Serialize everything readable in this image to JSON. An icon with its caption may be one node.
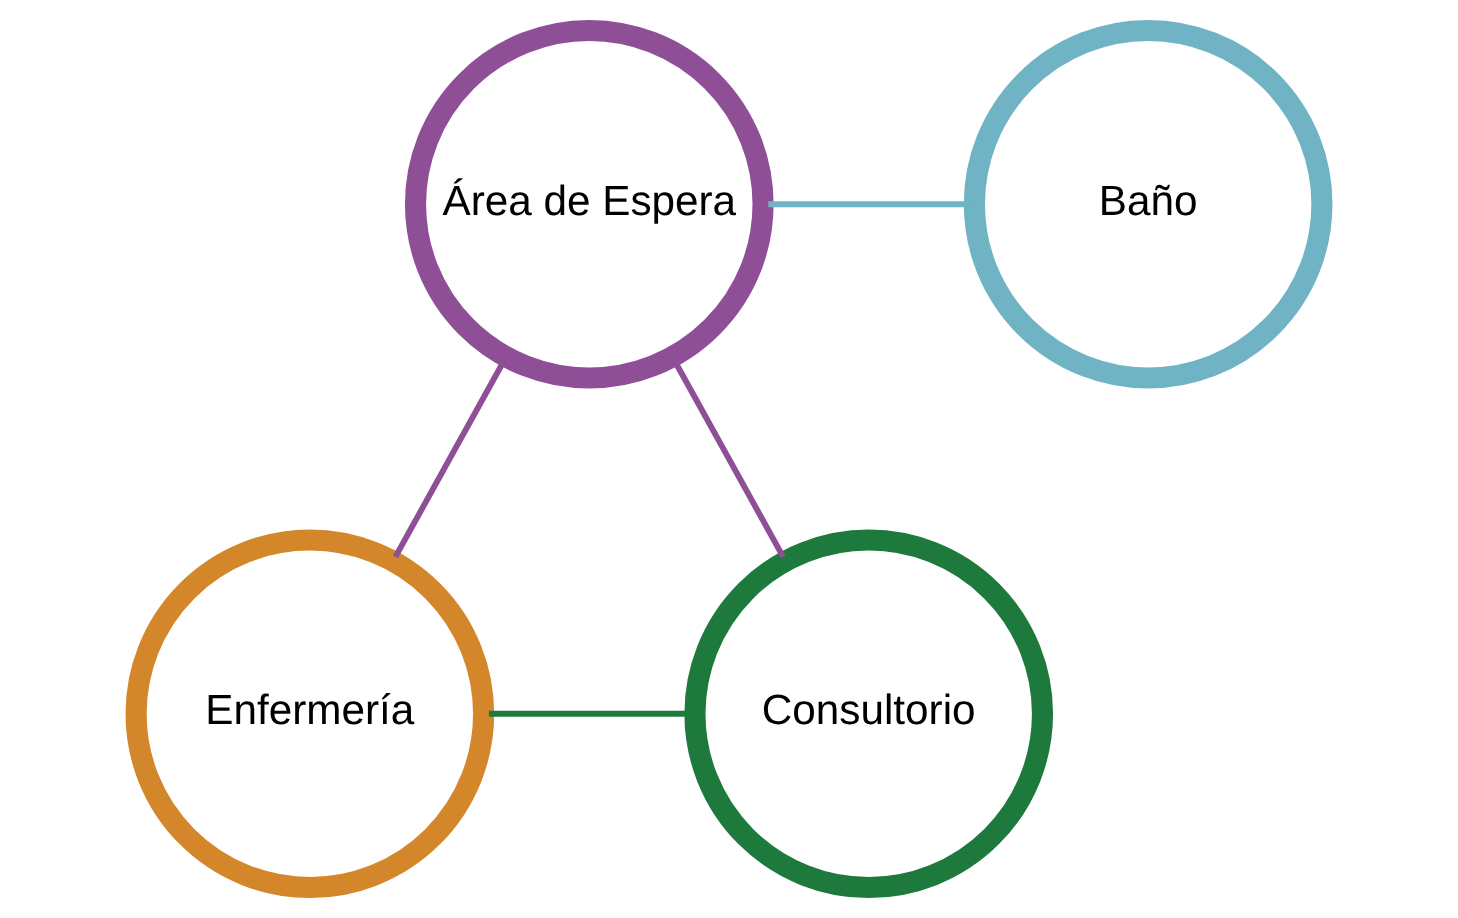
{
  "diagram": {
    "nodes": [
      {
        "text": [
          "Área de Espera"
        ]
      },
      {
        "text": [
          "Baño"
        ]
      },
      {
        "text": [
          "Enfermería"
        ]
      },
      {
        "text": [
          "Consultorio"
        ]
      }
    ],
    "edges": [
      {
        "from": 0,
        "to": 1,
        "arrow": "none",
        "color": "#6fb3c4"
      },
      {
        "from": 0,
        "to": 2,
        "arrow": "none",
        "color": "#8e4f96"
      },
      {
        "from": 0,
        "to": 3,
        "arrow": "none",
        "color": "#8e4f96"
      },
      {
        "from": 2,
        "to": 3,
        "arrow": "none",
        "color": "#1e7a3c"
      }
    ]
  }
}
